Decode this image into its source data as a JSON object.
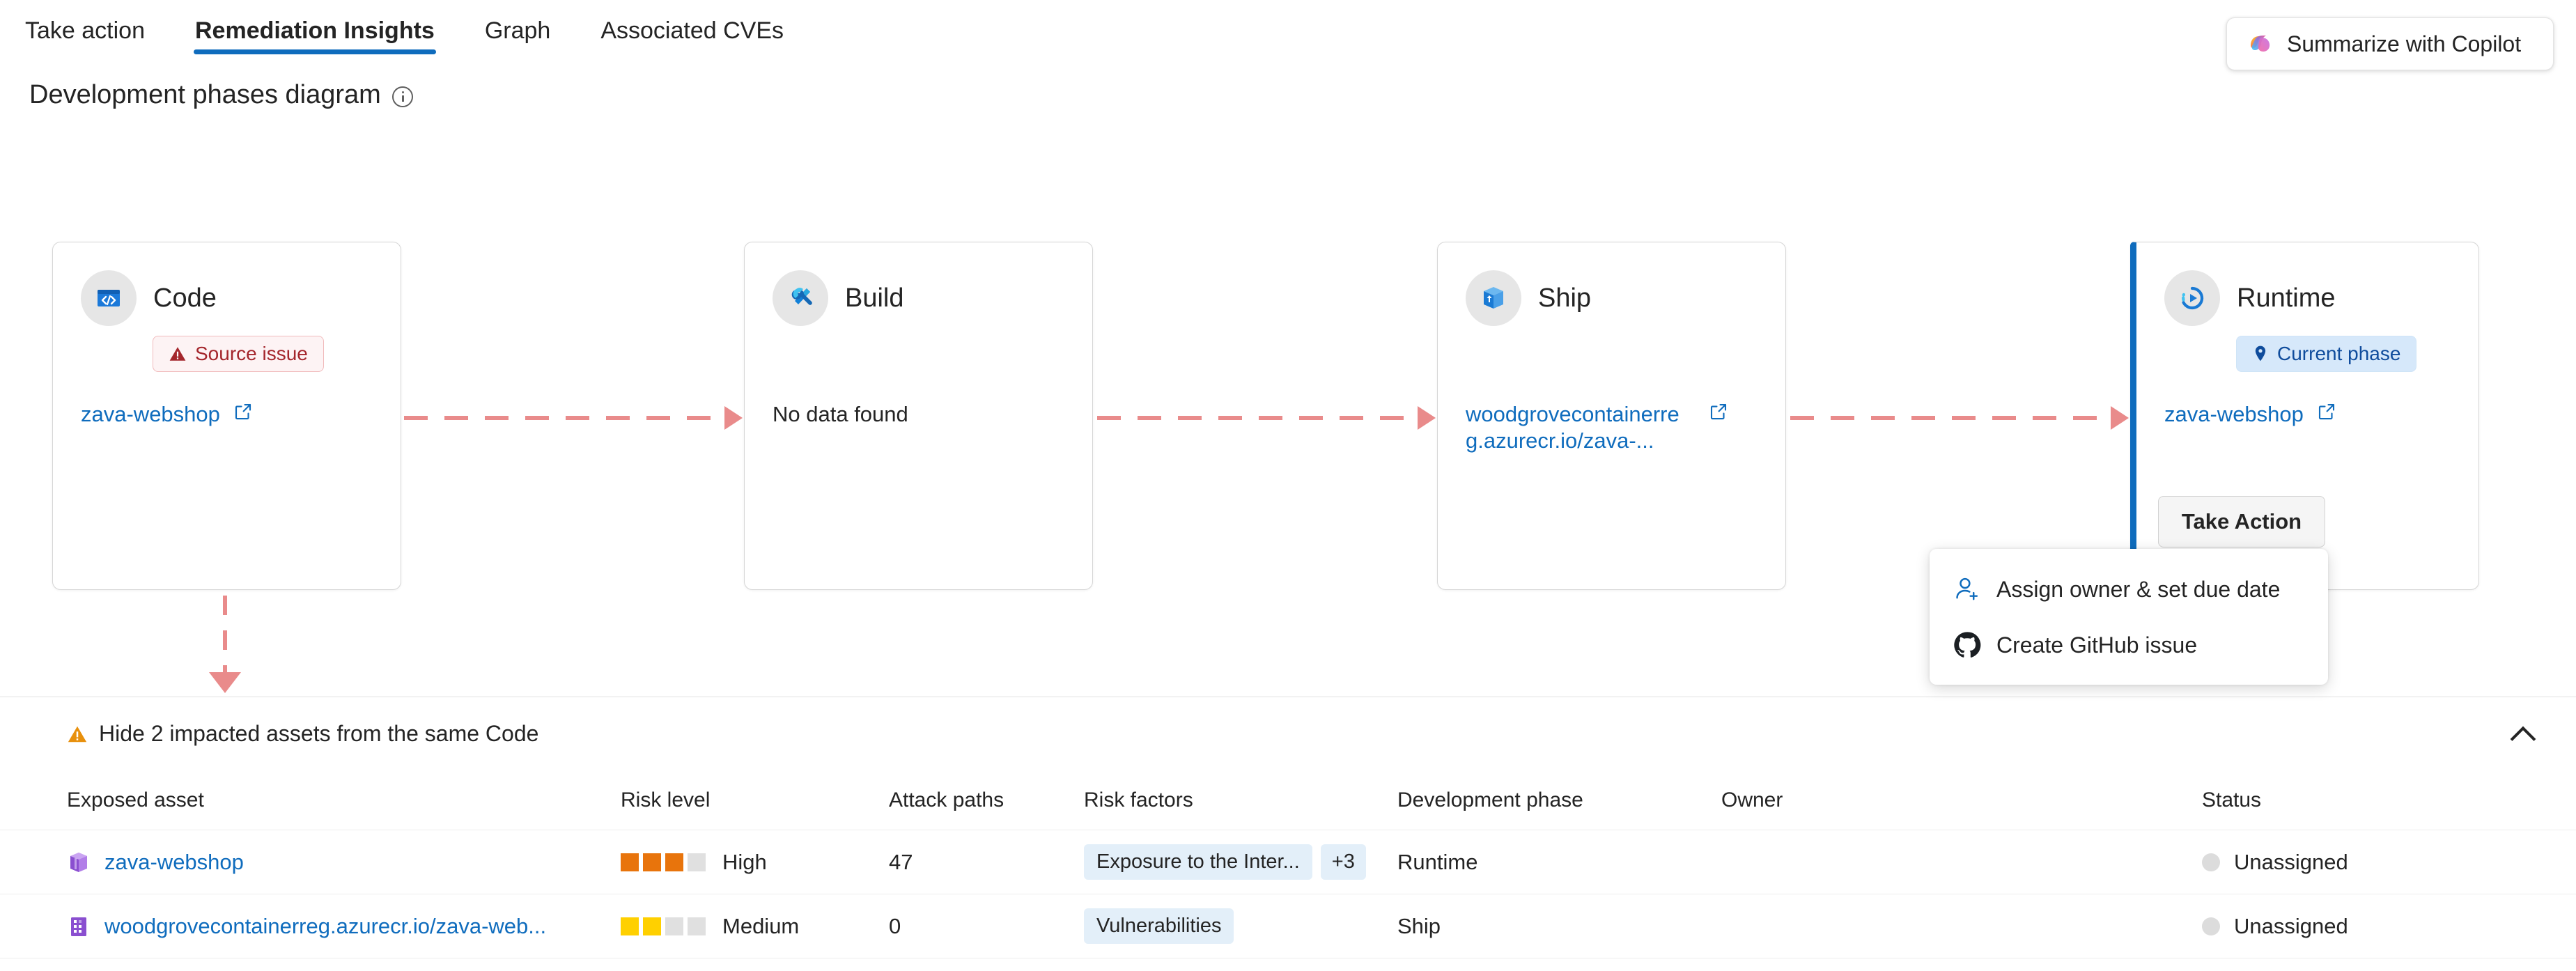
{
  "tabs": [
    {
      "label": "Take action",
      "active": false
    },
    {
      "label": "Remediation Insights",
      "active": true
    },
    {
      "label": "Graph",
      "active": false
    },
    {
      "label": "Associated CVEs",
      "active": false
    }
  ],
  "copilot": {
    "label": "Summarize with Copilot",
    "icon": "copilot-icon"
  },
  "section": {
    "title": "Development phases diagram",
    "info_icon": "info-icon"
  },
  "diagram": {
    "phases": [
      {
        "name": "Code",
        "icon": "code-window-icon",
        "badge": {
          "text": "Source issue",
          "type": "source-issue",
          "icon": "warning-triangle-icon"
        },
        "link": "zava-webshop",
        "link_icon": "external-link-icon",
        "current": false
      },
      {
        "name": "Build",
        "icon": "tools-icon",
        "badge": null,
        "empty_text": "No data found",
        "current": false
      },
      {
        "name": "Ship",
        "icon": "package-box-icon",
        "badge": null,
        "link": "woodgrovecontainerreg.azurecr.io/zava-...",
        "link_icon": "external-link-icon",
        "current": false
      },
      {
        "name": "Runtime",
        "icon": "runtime-play-icon",
        "badge": {
          "text": "Current phase",
          "type": "current-phase",
          "icon": "location-pin-icon"
        },
        "link": "zava-webshop",
        "link_icon": "external-link-icon",
        "current": true
      }
    ],
    "connector_color": "#e98b8b"
  },
  "take_action": {
    "button_label": "Take Action",
    "menu": [
      {
        "label": "Assign owner & set due date",
        "icon": "person-add-icon"
      },
      {
        "label": "Create GitHub issue",
        "icon": "github-icon"
      }
    ]
  },
  "assets_panel": {
    "toggle_label": "Hide 2 impacted assets from the same Code",
    "toggle_icon": "warning-triangle-icon",
    "collapse_icon": "chevron-up-icon",
    "columns": [
      "Exposed asset",
      "Risk level",
      "Attack paths",
      "Risk factors",
      "Development phase",
      "Owner",
      "Status"
    ],
    "rows": [
      {
        "asset": "zava-webshop",
        "asset_icon": "purple-box-icon",
        "risk_level": "High",
        "risk_filled": 3,
        "risk_total": 4,
        "risk_color": "#e8740c",
        "attack_paths": "47",
        "risk_factors": [
          "Exposure to the Inter..."
        ],
        "risk_factors_more": "+3",
        "development_phase": "Runtime",
        "owner": "",
        "status": "Unassigned"
      },
      {
        "asset": "woodgrovecontainerreg.azurecr.io/zava-web...",
        "asset_icon": "purple-registry-icon",
        "risk_level": "Medium",
        "risk_filled": 2,
        "risk_total": 4,
        "risk_color": "#ffd000",
        "attack_paths": "0",
        "risk_factors": [
          "Vulnerabilities"
        ],
        "risk_factors_more": "",
        "development_phase": "Ship",
        "owner": "",
        "status": "Unassigned"
      }
    ]
  },
  "colors": {
    "accent": "#0f6cbd",
    "link": "#0f6cbd",
    "danger": "#a4262c",
    "warning": "#e8740c",
    "medium": "#ffd000",
    "connector": "#e98b8b"
  }
}
